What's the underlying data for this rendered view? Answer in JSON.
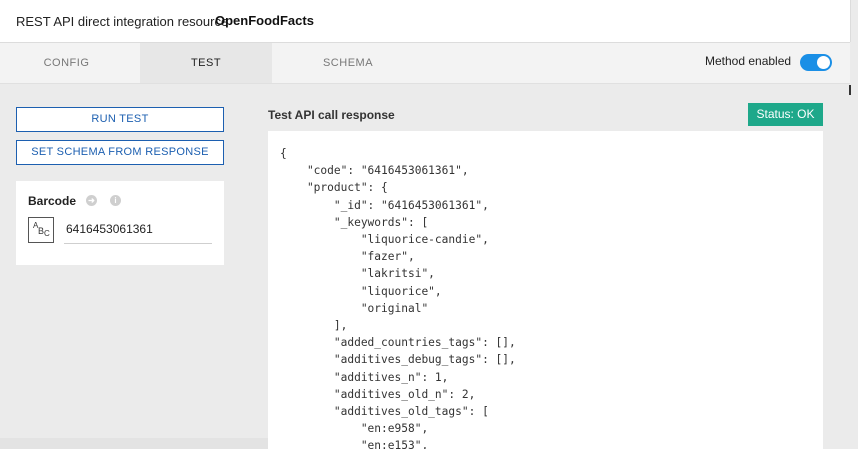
{
  "header": {
    "resource_type": "REST API direct integration resource",
    "resource_name": "OpenFoodFacts"
  },
  "tabs": [
    {
      "label": "CONFIG"
    },
    {
      "label": "TEST"
    },
    {
      "label": "SCHEMA"
    }
  ],
  "active_tab": "TEST",
  "method_toggle": {
    "label": "Method enabled",
    "enabled": true,
    "color": "#1a8fe6"
  },
  "buttons": {
    "run_test": "RUN TEST",
    "set_schema": "SET SCHEMA FROM RESPONSE"
  },
  "barcode": {
    "label": "Barcode",
    "value": "6416453061361",
    "type_icon": "text-type-icon"
  },
  "response": {
    "title": "Test API call response",
    "status": "Status: OK",
    "status_color": "#1ea88a",
    "body": "{\n    \"code\": \"6416453061361\",\n    \"product\": {\n        \"_id\": \"6416453061361\",\n        \"_keywords\": [\n            \"liquorice-candie\",\n            \"fazer\",\n            \"lakritsi\",\n            \"liquorice\",\n            \"original\"\n        ],\n        \"added_countries_tags\": [],\n        \"additives_debug_tags\": [],\n        \"additives_n\": 1,\n        \"additives_old_n\": 2,\n        \"additives_old_tags\": [\n            \"en:e958\",\n            \"en:e153\","
  }
}
